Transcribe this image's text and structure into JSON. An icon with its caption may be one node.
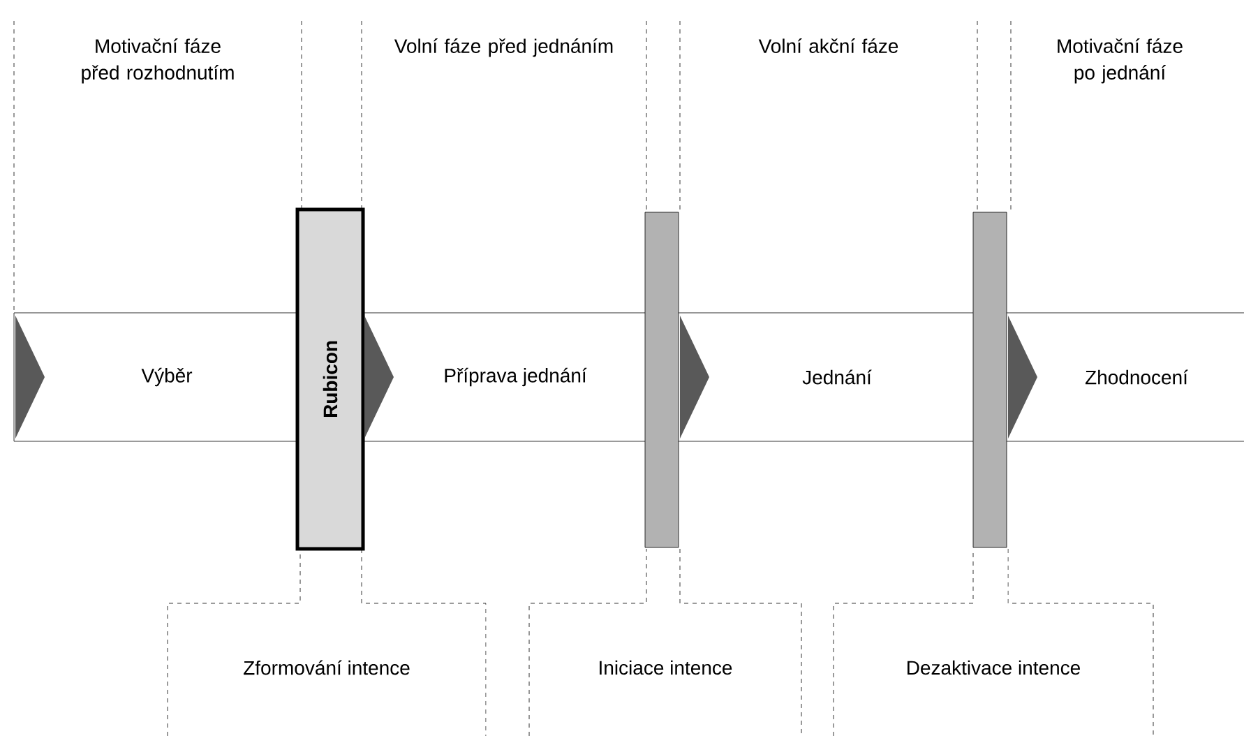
{
  "diagram": {
    "nodes": [
      {
        "text": [
          "Motivační fáze před rozhodnutím"
        ]
      },
      {
        "text": [
          "Volní fáze před jednáním"
        ]
      },
      {
        "text": [
          "Volní akční fáze"
        ]
      },
      {
        "text": [
          "Motivační fáze po jednání"
        ]
      },
      {
        "text": [
          "Výběr"
        ]
      },
      {
        "text": [
          "Rubicon"
        ]
      },
      {
        "text": [
          "Příprava jednání"
        ]
      },
      {
        "text": [],
        "shape": "bar"
      },
      {
        "text": [
          "Jednání"
        ]
      },
      {
        "text": [],
        "shape": "bar"
      },
      {
        "text": [
          "Zhodnocení"
        ]
      },
      {
        "text": [
          "Zformování intence"
        ]
      },
      {
        "text": [
          "Iniciace intence"
        ]
      },
      {
        "text": [
          "Dezaktivace intence"
        ]
      }
    ]
  }
}
